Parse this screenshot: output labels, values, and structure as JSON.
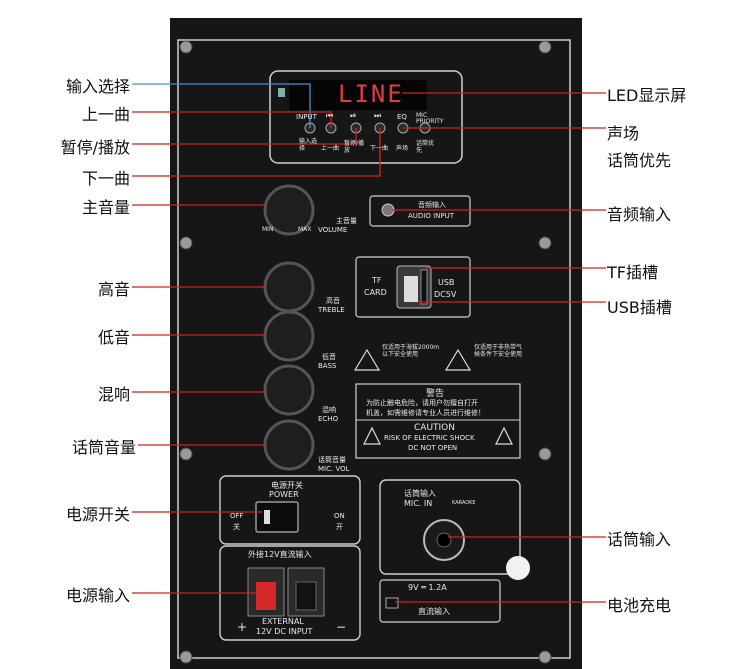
{
  "callouts": {
    "left": [
      "输入选择",
      "上一曲",
      "暂停/播放",
      "下一曲",
      "主音量",
      "高音",
      "低音",
      "混响",
      "话筒音量",
      "电源开关",
      "电源输入"
    ],
    "right": [
      "LED显示屏",
      "声场",
      "话筒优先",
      "音频输入",
      "TF插槽",
      "USB插槽",
      "话筒输入",
      "电池充电"
    ]
  },
  "panel": {
    "display_text": "LINE",
    "buttons_top": [
      "INPUT",
      "⏮",
      "⏯",
      "⏭",
      "EQ",
      "MIC PRIORITY"
    ],
    "buttons_cn": [
      "输入选择",
      "上一曲",
      "暂停/播放",
      "下一曲",
      "声场",
      "话筒优先"
    ],
    "audio_input_cn": "音频输入",
    "audio_input_en": "AUDIO INPUT",
    "tf": [
      "TF",
      "CARD"
    ],
    "usb": [
      "USB",
      "DC5V"
    ],
    "knobs": [
      {
        "cn": "主音量",
        "en": "VOLUME"
      },
      {
        "cn": "高音",
        "en": "TREBLE"
      },
      {
        "cn": "低音",
        "en": "BASS"
      },
      {
        "cn": "混响",
        "en": "ECHO"
      },
      {
        "cn": "话筒音量",
        "en": "MIC. VOL"
      }
    ],
    "knob_min": "MIN",
    "knob_max": "MAX",
    "altitude_note": "仅适用于海拔2000m以下安全使用",
    "tropic_note": "仅适用于非热带气候条件下安全使用",
    "warning_cn_title": "警告",
    "warning_cn_body_1": "为防止触电危险，请用户勿擅自打开",
    "warning_cn_body_2": "机盖，如需维修请专业人员进行维修！",
    "caution_title": "CAUTION",
    "caution_line1": "RISK OF ELECTRIC SHOCK",
    "caution_line2": "DC NOT OPEN",
    "power_cn": "电源开关",
    "power_en": "POWER",
    "off_en": "OFF",
    "off_cn": "关",
    "on_en": "ON",
    "on_cn": "开",
    "mic_in_cn": "话筒输入",
    "mic_in_en": "MIC. IN",
    "karaoke": "KARAOKE",
    "ext_cn": "外接12V直流输入",
    "ext_en_1": "EXTERNAL",
    "ext_en_2": "12V DC INPUT",
    "plus": "+",
    "minus": "−",
    "dc_rating": "9V ═ 1.2A",
    "dc_cn": "直流输入"
  }
}
